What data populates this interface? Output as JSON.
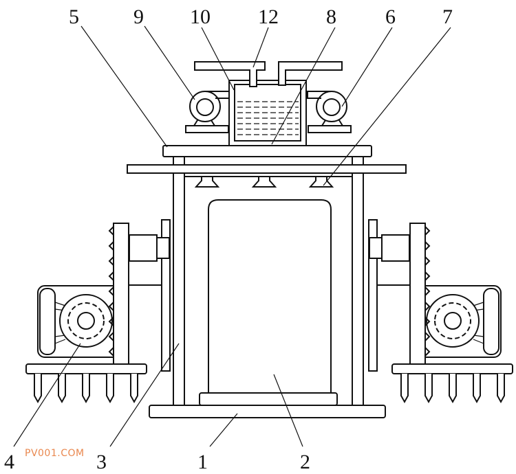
{
  "labels": {
    "l5": "5",
    "l9": "9",
    "l10": "10",
    "l12": "12",
    "l8": "8",
    "l6": "6",
    "l7": "7",
    "l4": "4",
    "l3": "3",
    "l1": "1",
    "l2": "2"
  },
  "watermark": "PV001.COM",
  "colors": {
    "line": "#111111",
    "watermark": "#e9884f"
  }
}
